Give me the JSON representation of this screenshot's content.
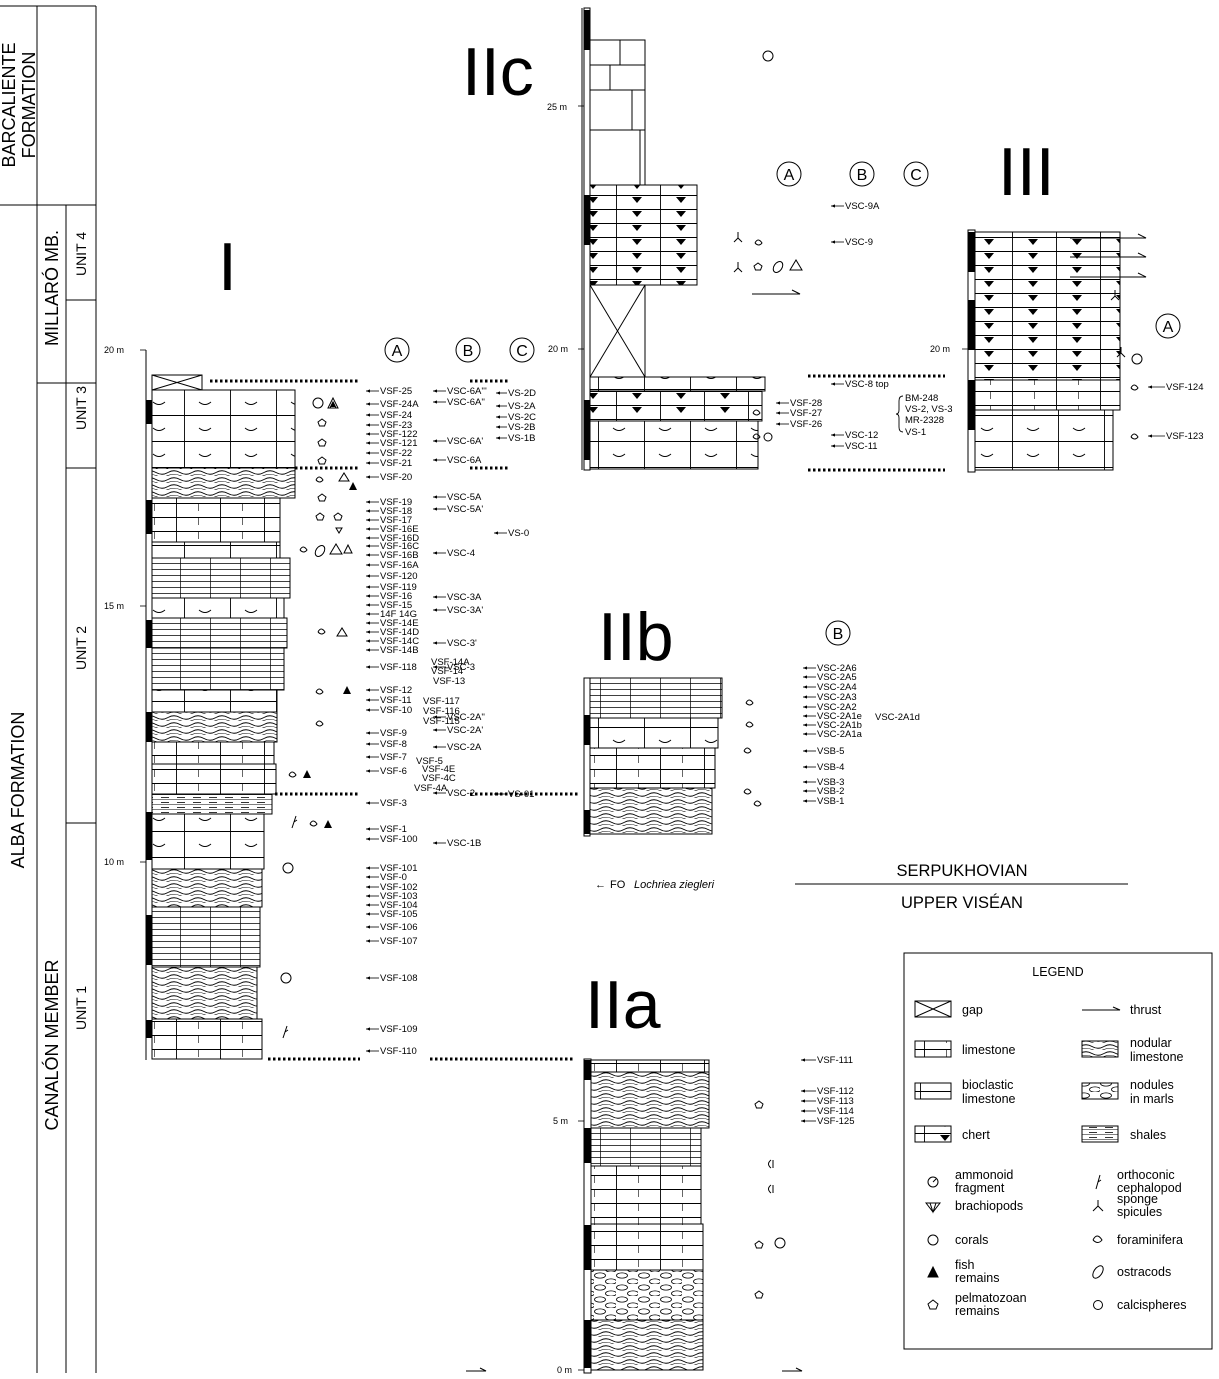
{
  "formations": [
    {
      "key": "barcaliente",
      "lines": [
        "BARCALIENTE",
        "FORMATION"
      ]
    },
    {
      "key": "alba",
      "lines": [
        "ALBA FORMATION"
      ]
    }
  ],
  "members": [
    {
      "key": "millaro",
      "label": "MILLARÓ MB."
    },
    {
      "key": "canalon",
      "label": "CANALÓN MEMBER"
    }
  ],
  "units": [
    "UNIT 4",
    "UNIT 3",
    "UNIT 2",
    "UNIT 1"
  ],
  "sections": {
    "I": "I",
    "IIa": "IIa",
    "IIb": "IIb",
    "IIc": "IIc",
    "III": "III"
  },
  "circle_letters": [
    "A",
    "B",
    "C"
  ],
  "scale_labels": {
    "I": [
      "20 m",
      "15 m",
      "10 m"
    ],
    "IIa": [
      "5 m",
      "0 m"
    ],
    "IIc": [
      "25 m",
      "20 m"
    ],
    "III": [
      "20 m"
    ]
  },
  "samples": {
    "I_vsf_left": [
      "VSF-25",
      "VSF-24A",
      "VSF-24",
      "VSF-23",
      "VSF-122",
      "VSF-121",
      "VSF-22",
      "VSF-21",
      "VSF-20",
      "VSF-19",
      "VSF-18",
      "VSF-17",
      "VSF-16E",
      "VSF-16D",
      "VSF-16C",
      "VSF-16B",
      "VSF-16A",
      "VSF-120",
      "VSF-119",
      "VSF-16",
      "VSF-15",
      "14F 14G",
      "VSF-14E",
      "VSF-14D",
      "VSF-14C",
      "VSF-14B",
      "VSF-118",
      "VSF-12",
      "VSF-11",
      "VSF-10",
      "VSF-9",
      "VSF-8",
      "VSF-7",
      "VSF-6",
      "VSF-3",
      "VSF-1",
      "VSF-100",
      "VSF-101",
      "VSF-0",
      "VSF-102",
      "VSF-103",
      "VSF-104",
      "VSF-105",
      "VSF-106",
      "VSF-107",
      "VSF-108",
      "VSF-109",
      "VSF-110"
    ],
    "I_vsf_right": [
      "VSF-14A",
      "VSF-14",
      "VSF-13",
      "VSF-117",
      "VSF-116",
      "VSF-115",
      "VSF-5",
      "VSF-4E",
      "VSF-4C",
      "VSF-4A"
    ],
    "I_vsc": [
      "VSC-6A'''",
      "VSC-6A''",
      "VSC-6A'",
      "VSC-6A",
      "VSC-5A",
      "VSC-5A'",
      "VSC-4",
      "VSC-3A",
      "VSC-3A'",
      "VSC-3'",
      "VSC-3",
      "VSC-2A''",
      "VSC-2A'",
      "VSC-2A",
      "VSC-2",
      "VSC-1B"
    ],
    "I_vs": [
      "VS-2D",
      "VS-2A",
      "VS-2C",
      "VS-2B",
      "VS-1B",
      "VS-0",
      "VS-01"
    ],
    "IIa": [
      "VSF-111",
      "VSF-112",
      "VSF-113",
      "VSF-114",
      "VSF-125"
    ],
    "IIb": [
      "VSC-2A6",
      "VSC-2A5",
      "VSC-2A4",
      "VSC-2A3",
      "VSC-2A2",
      "VSC-2A1e",
      "VSC-2A1b",
      "VSC-2A1a",
      "VSC-2A1d",
      "VSB-5",
      "VSB-4",
      "VSB-3",
      "VSB-2",
      "VSB-1"
    ],
    "IIc": [
      "VSC-9A",
      "VSC-9",
      "VSC-8 top",
      "VSF-28",
      "VSF-27",
      "VSF-26",
      "VSC-12",
      "VSC-11",
      "BM-248",
      "VS-2, VS-3",
      "MR-2328",
      "VS-1"
    ],
    "III": [
      "VSF-124",
      "VSF-123"
    ]
  },
  "stage_boundary": {
    "upper": "SERPUKHOVIAN",
    "lower": "UPPER VISÉAN"
  },
  "first_occurrence": {
    "prefix": "FO ",
    "taxon": "Lochriea ziegleri"
  },
  "legend": {
    "title": "LEGEND",
    "lithology": [
      {
        "icon": "gap-icon",
        "label": [
          "gap"
        ]
      },
      {
        "icon": "thrust-icon",
        "label": [
          "thrust"
        ]
      },
      {
        "icon": "limestone-icon",
        "label": [
          "limestone"
        ]
      },
      {
        "icon": "nodular-limestone-icon",
        "label": [
          "nodular",
          "limestone"
        ]
      },
      {
        "icon": "bioclastic-limestone-icon",
        "label": [
          "bioclastic",
          "limestone"
        ]
      },
      {
        "icon": "nodules-in-marls-icon",
        "label": [
          "nodules",
          "in marls"
        ]
      },
      {
        "icon": "chert-icon",
        "label": [
          "chert"
        ]
      },
      {
        "icon": "shales-icon",
        "label": [
          "shales"
        ]
      }
    ],
    "fossils": [
      {
        "icon": "ammonoid-icon",
        "label": [
          "ammonoid",
          "fragment"
        ]
      },
      {
        "icon": "orthoconic-cephalopod-icon",
        "label": [
          "orthoconic",
          "cephalopod"
        ]
      },
      {
        "icon": "brachiopod-icon",
        "label": [
          "brachiopods"
        ]
      },
      {
        "icon": "sponge-spicule-icon",
        "label": [
          "sponge",
          "spicules"
        ]
      },
      {
        "icon": "coral-icon",
        "label": [
          "corals"
        ]
      },
      {
        "icon": "foraminifera-icon",
        "label": [
          "foraminifera"
        ]
      },
      {
        "icon": "fish-remains-icon",
        "label": [
          "fish",
          "remains"
        ]
      },
      {
        "icon": "ostracod-icon",
        "label": [
          "ostracods"
        ]
      },
      {
        "icon": "pelmatozoan-icon",
        "label": [
          "pelmatozoan",
          "remains"
        ]
      },
      {
        "icon": "calcisphere-icon",
        "label": [
          "calcispheres"
        ]
      }
    ]
  }
}
